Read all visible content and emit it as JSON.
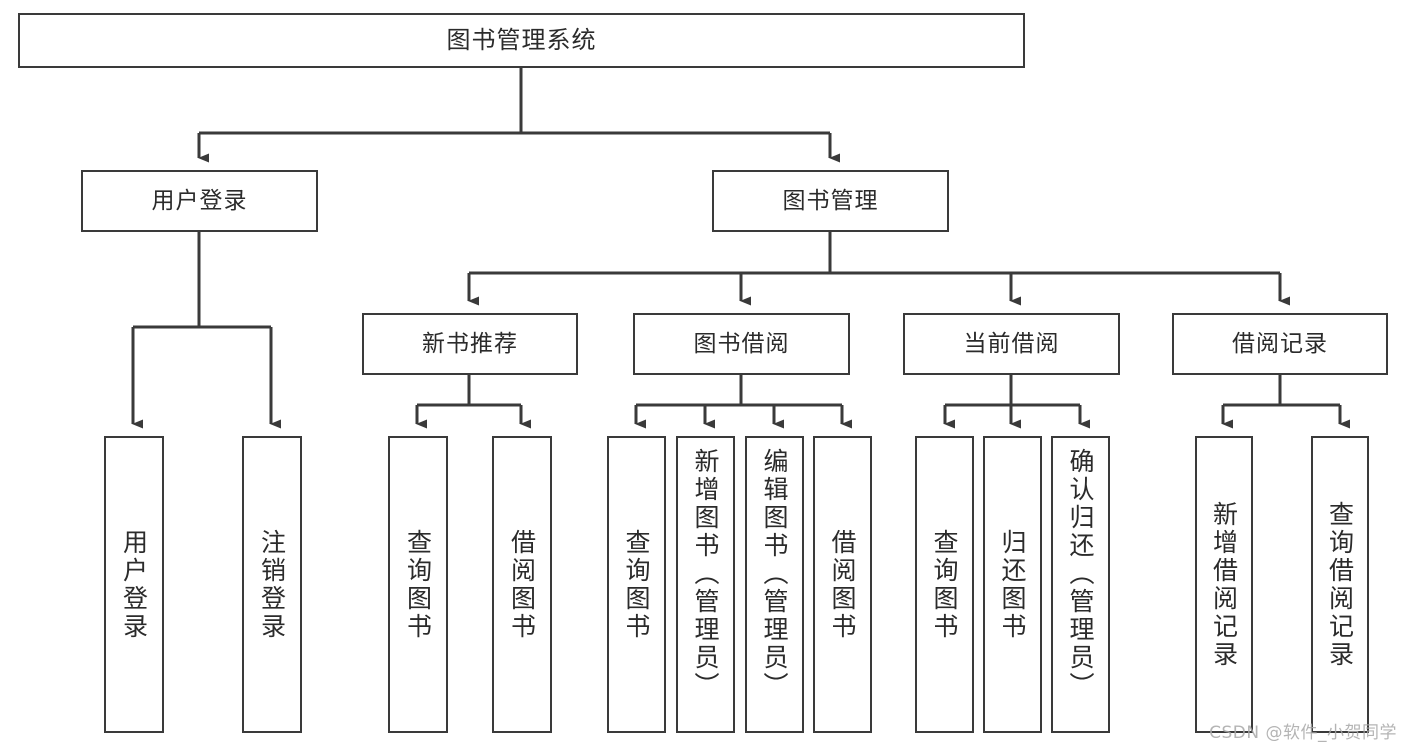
{
  "diagram": {
    "title": "图书管理系统",
    "type": "tree-hierarchy-diagram",
    "root": {
      "label": "图书管理系统"
    },
    "level2": [
      {
        "label": "用户登录"
      },
      {
        "label": "图书管理"
      }
    ],
    "level3": [
      {
        "label": "新书推荐"
      },
      {
        "label": "图书借阅"
      },
      {
        "label": "当前借阅"
      },
      {
        "label": "借阅记录"
      }
    ],
    "leaves": {
      "user_login": [
        {
          "label": "用户登录"
        },
        {
          "label": "注销登录"
        }
      ],
      "new_book_recommend": [
        {
          "label": "查询图书"
        },
        {
          "label": "借阅图书"
        }
      ],
      "book_borrow": [
        {
          "label": "查询图书"
        },
        {
          "label": "新增图书（管理员）"
        },
        {
          "label": "编辑图书（管理员）"
        },
        {
          "label": "借阅图书"
        }
      ],
      "current_borrow": [
        {
          "label": "查询图书"
        },
        {
          "label": "归还图书"
        },
        {
          "label": "确认归还（管理员）"
        }
      ],
      "borrow_record": [
        {
          "label": "新增借阅记录"
        },
        {
          "label": "查询借阅记录"
        }
      ]
    }
  },
  "watermark": {
    "text": "CSDN @软件_小贺同学"
  },
  "colors": {
    "box_border": "#3a3a3a",
    "box_fill": "#ffffff",
    "text": "#2b2b2b",
    "connector": "#3a3a3a",
    "watermark": "#a8a8a8"
  }
}
